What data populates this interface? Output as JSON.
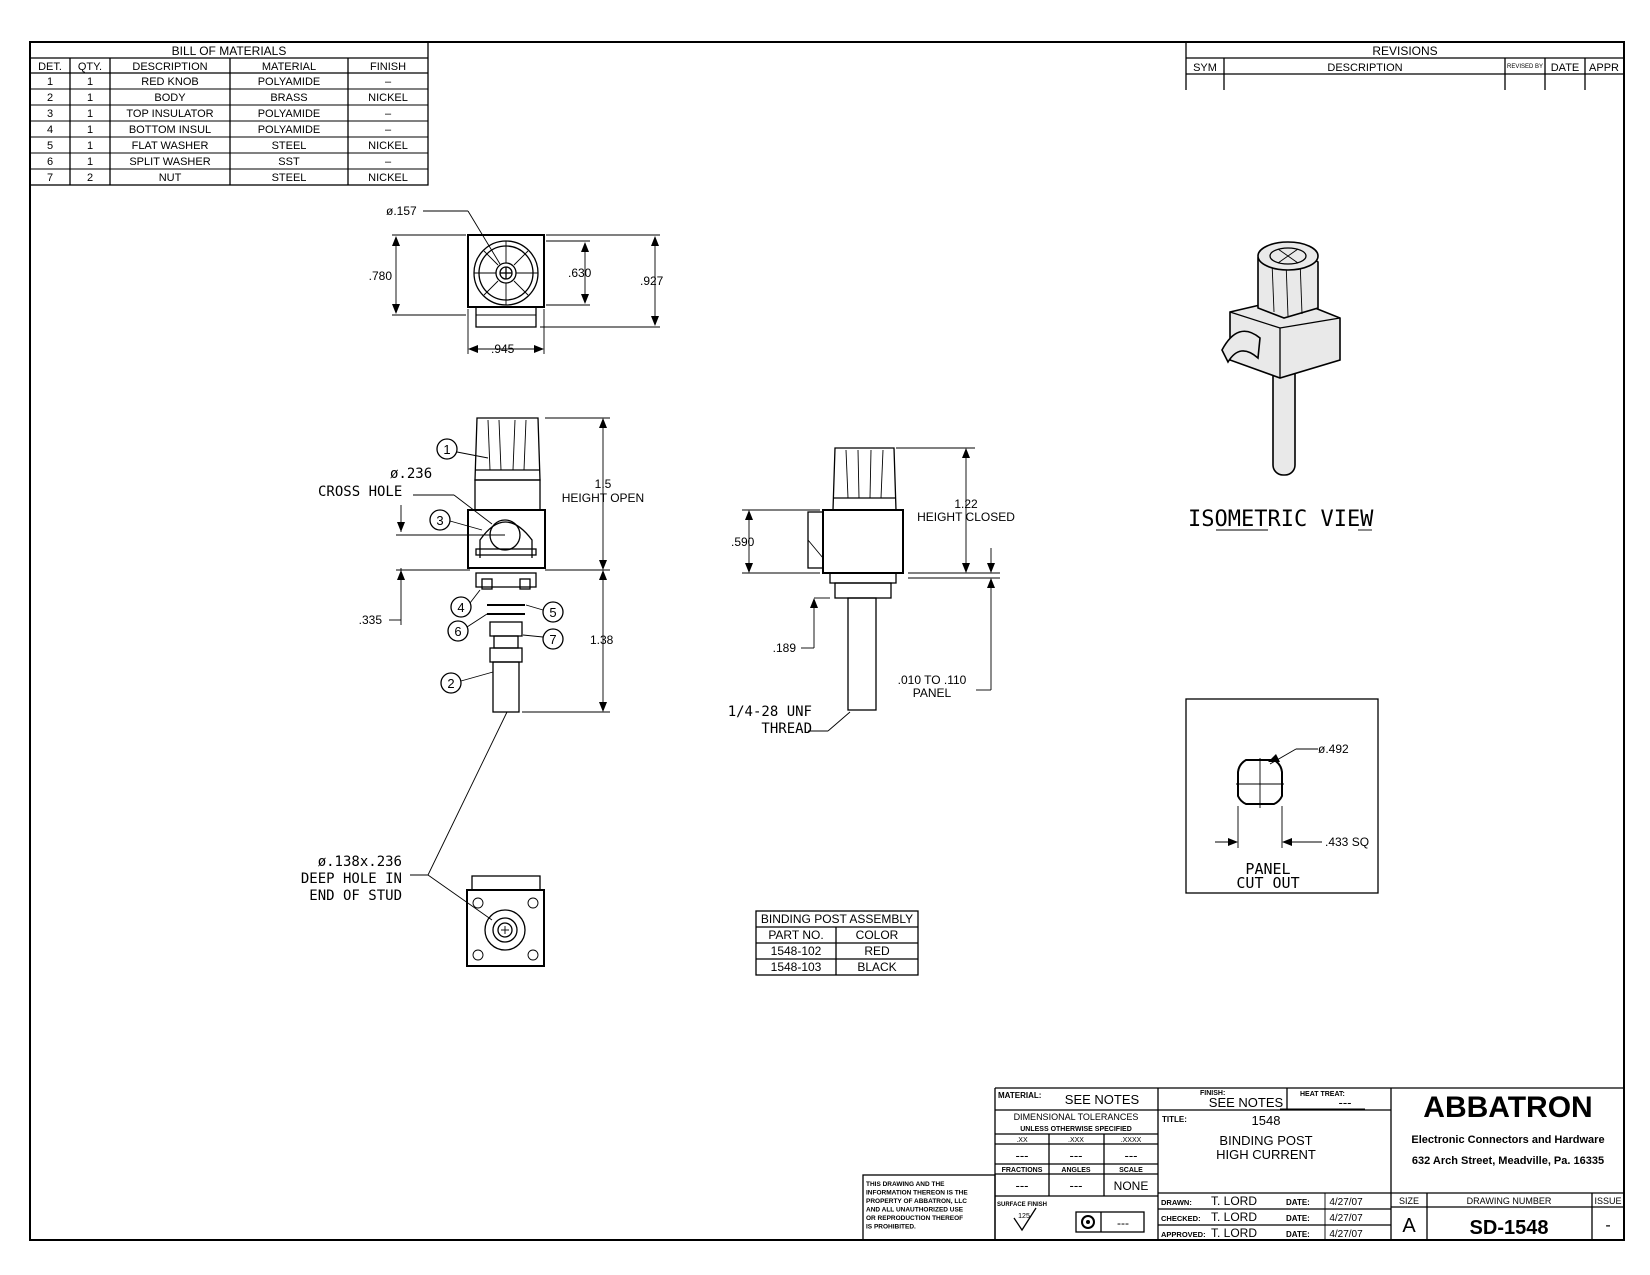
{
  "bom": {
    "title": "BILL OF MATERIALS",
    "headers": [
      "DET.",
      "QTY.",
      "DESCRIPTION",
      "MATERIAL",
      "FINISH"
    ],
    "rows": [
      [
        "1",
        "1",
        "RED KNOB",
        "POLYAMIDE",
        "–"
      ],
      [
        "2",
        "1",
        "BODY",
        "BRASS",
        "NICKEL"
      ],
      [
        "3",
        "1",
        "TOP INSULATOR",
        "POLYAMIDE",
        "–"
      ],
      [
        "4",
        "1",
        "BOTTOM INSUL",
        "POLYAMIDE",
        "–"
      ],
      [
        "5",
        "1",
        "FLAT WASHER",
        "STEEL",
        "NICKEL"
      ],
      [
        "6",
        "1",
        "SPLIT WASHER",
        "SST",
        "–"
      ],
      [
        "7",
        "2",
        "NUT",
        "STEEL",
        "NICKEL"
      ]
    ]
  },
  "revisions": {
    "title": "REVISIONS",
    "headers": [
      "SYM",
      "DESCRIPTION",
      "REVISED BY",
      "DATE",
      "APPR"
    ]
  },
  "top_view": {
    "dia": "ø.157",
    "d1": ".780",
    "d2": ".630",
    "d3": ".927",
    "d4": ".945"
  },
  "front_view": {
    "dia_cross": "ø.236",
    "cross_hole": "CROSS HOLE",
    "h_open_val": "1.5",
    "h_open_label": "HEIGHT OPEN",
    "d335": ".335",
    "d138": "1.38",
    "balloons": [
      "1",
      "2",
      "3",
      "4",
      "5",
      "6",
      "7"
    ]
  },
  "side_view": {
    "h_closed_val": "1.22",
    "h_closed_label": "HEIGHT CLOSED",
    "d590": ".590",
    "d189": ".189",
    "panel_range": ".010 TO .110",
    "panel": "PANEL",
    "thread_1": "1/4-28 UNF",
    "thread_2": "THREAD"
  },
  "stud_note": [
    "ø.138x.236",
    "DEEP HOLE IN",
    "END OF STUD"
  ],
  "iso_label": "ISOMETRIC VIEW",
  "cutout": {
    "dia": "ø.492",
    "sq": ".433 SQ",
    "label_1": "PANEL",
    "label_2": "CUT OUT"
  },
  "assembly": {
    "title": "BINDING POST ASSEMBLY",
    "headers": [
      "PART NO.",
      "COLOR"
    ],
    "rows": [
      [
        "1548-102",
        "RED"
      ],
      [
        "1548-103",
        "BLACK"
      ]
    ]
  },
  "title_block": {
    "material_label": "MATERIAL:",
    "material": "SEE NOTES",
    "finish_label": "FINISH:",
    "finish": "SEE NOTES",
    "heat_label": "HEAT TREAT:",
    "heat": "---",
    "dim_tol_1": "DIMENSIONAL TOLERANCES",
    "dim_tol_2": "UNLESS OTHERWISE SPECIFIED",
    "tol_heads": [
      ".XX",
      ".XXX",
      ".XXXX"
    ],
    "tol_vals": [
      "---",
      "---",
      "---"
    ],
    "frac_heads": [
      "FRACTIONS",
      "ANGLES",
      "SCALE"
    ],
    "frac_vals": [
      "---",
      "---",
      "NONE"
    ],
    "surface_label": "SURFACE FINISH",
    "surface_val": "125",
    "conc": "---",
    "title_label": "TITLE:",
    "title_1": "1548",
    "title_2": "BINDING POST",
    "title_3": "HIGH CURRENT",
    "drawn_label": "DRAWN:",
    "checked_label": "CHECKED:",
    "approved_label": "APPROVED:",
    "drawn_by": "T. LORD",
    "checked_by": "T. LORD",
    "approved_by": "T. LORD",
    "date_label": "DATE:",
    "date1": "4/27/07",
    "date2": "4/27/07",
    "date3": "4/27/07",
    "company": "ABBATRON",
    "company_sub": "Electronic Connectors and Hardware",
    "address": "632 Arch Street, Meadville, Pa. 16335",
    "size_label": "SIZE",
    "size": "A",
    "dwg_label": "DRAWING NUMBER",
    "dwg": "SD-1548",
    "issue_label": "ISSUE",
    "issue": "-",
    "prop_note": [
      "THIS DRAWING AND THE",
      "INFORMATION THEREON IS THE",
      "PROPERTY OF ABBATRON, LLC",
      "AND ALL UNAUTHORIZED USE",
      "OR REPRODUCTION THEREOF",
      "IS PROHIBITED."
    ]
  }
}
